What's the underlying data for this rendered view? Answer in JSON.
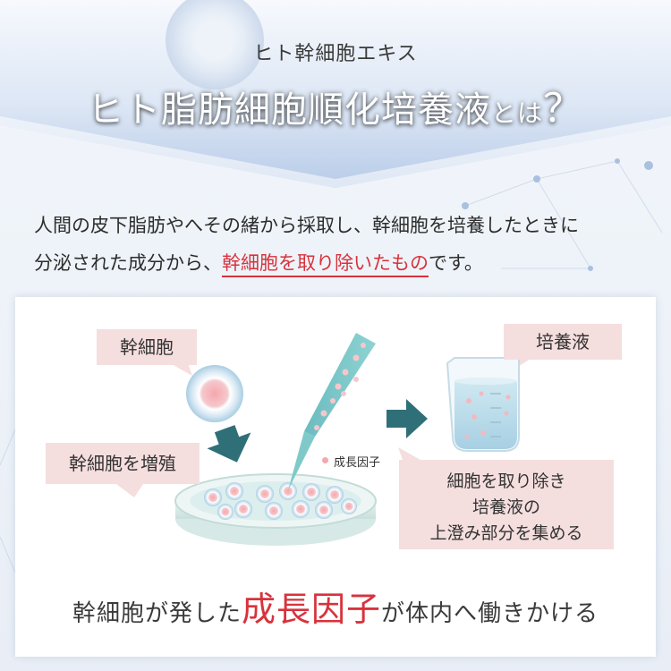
{
  "header": {
    "subtitle": "ヒト幹細胞エキス",
    "title_main": "ヒト脂肪細胞順化培養液",
    "title_small": "とは",
    "title_mark": "？"
  },
  "intro": {
    "line1": "人間の皮下脂肪やへその緒から採取し、幹細胞を培養したときに",
    "line2_prefix": "分泌された成分から、",
    "line2_highlight": "幹細胞を取り除いたもの",
    "line2_suffix": "です。"
  },
  "diagram": {
    "stem_cell_label": "幹細胞",
    "proliferation_label": "幹細胞を増殖",
    "culture_medium_label": "培養液",
    "growth_factor_label": "成長因子",
    "process_note": [
      "細胞を取り除き",
      "培養液の",
      "上澄み部分を集める"
    ]
  },
  "conclusion": {
    "part1": "幹細胞が発した",
    "highlight": "成長因子",
    "part2": "が体内へ働きかける"
  },
  "colors": {
    "accent_red": "#d8323c",
    "bubble_pink": "#f5dede",
    "arrow_teal": "#2f6f78",
    "header_blue": "#aec4e6"
  }
}
